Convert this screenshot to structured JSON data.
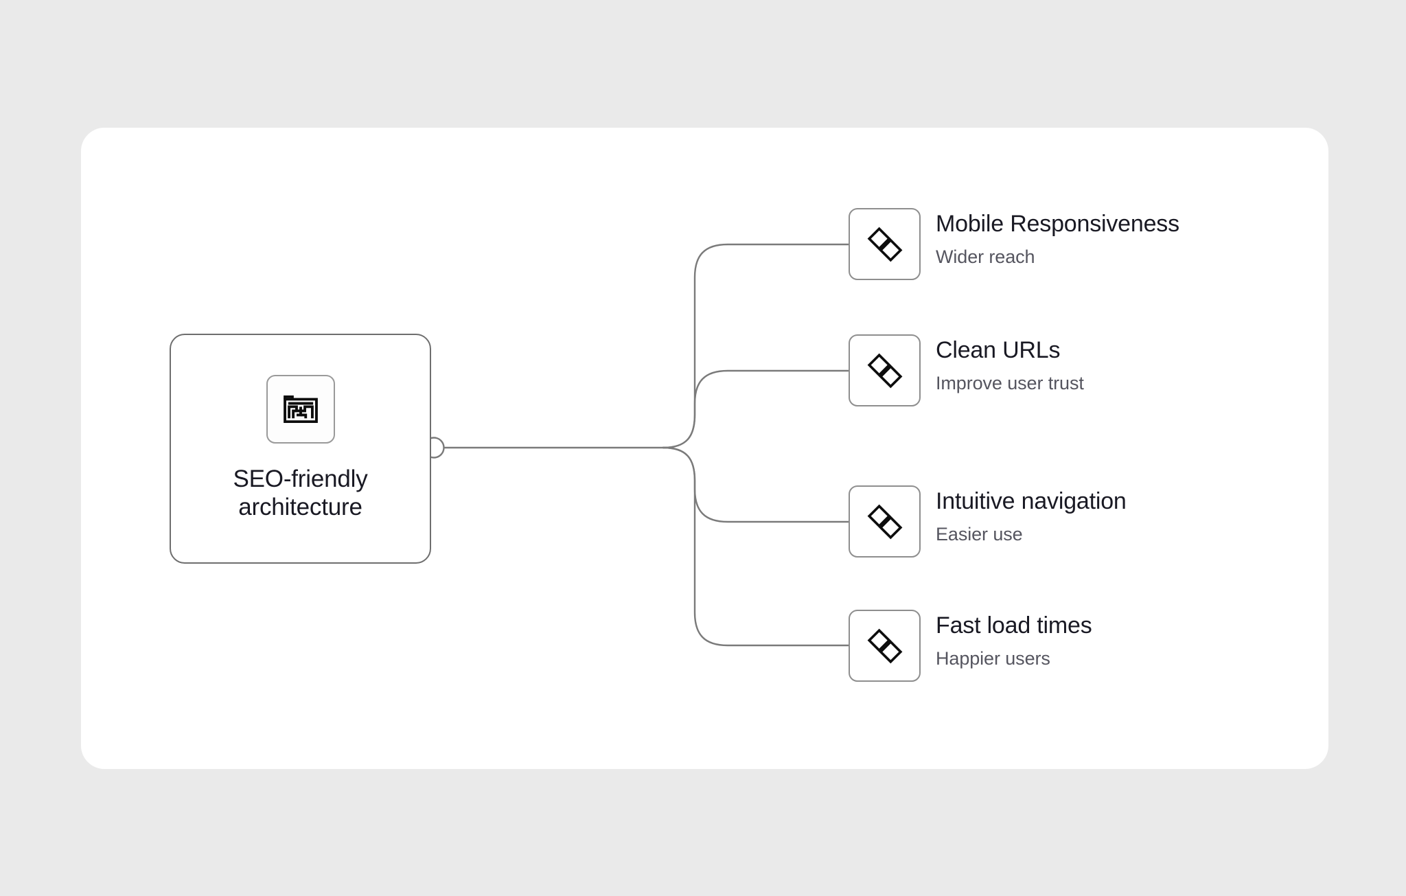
{
  "canvas": {
    "background_color": "#eaeaea",
    "card_background_color": "#ffffff"
  },
  "colors": {
    "title_text": "#191923",
    "subtitle_text": "#55555f",
    "node_border": "#6e6e6e",
    "icon_box_border": "#8e8e8e",
    "connector_line": "#7a7a7a",
    "icon_stroke": "#0d0d0d"
  },
  "diagram": {
    "type": "mind-map",
    "root": {
      "label": "SEO-friendly architecture",
      "icon": "folder-sitemap-icon"
    },
    "hub": {
      "icon": "hub-connector-dot"
    },
    "branches": [
      {
        "title": "Mobile Responsiveness",
        "subtitle": "Wider reach",
        "icon": "double-diamond-icon"
      },
      {
        "title": "Clean URLs",
        "subtitle": "Improve user trust",
        "icon": "double-diamond-icon"
      },
      {
        "title": "Intuitive navigation",
        "subtitle": "Easier use",
        "icon": "double-diamond-icon"
      },
      {
        "title": "Fast load times",
        "subtitle": "Happier users",
        "icon": "double-diamond-icon"
      }
    ]
  }
}
